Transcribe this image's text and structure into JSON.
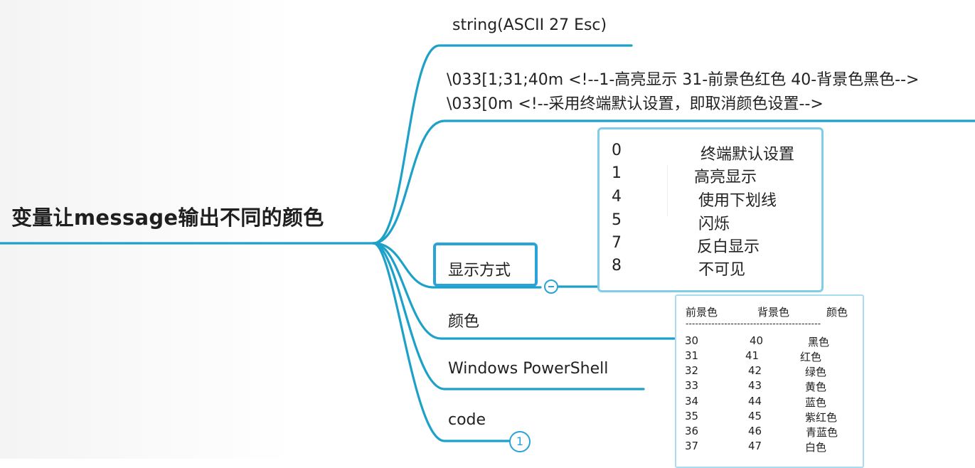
{
  "root": {
    "label": "变量让message输出不同的颜色"
  },
  "branches": {
    "string": "string(ASCII 27 Esc)",
    "code_line1": "\\033[1;31;40m    <!--1-高亮显示 31-前景色红色  40-背景色黑色-->",
    "code_line2": "\\033[0m          <!--采用终端默认设置，即取消颜色设置-->",
    "display_mode": "显示方式",
    "color": "颜色",
    "powershell": "Windows PowerShell",
    "code": "code",
    "code_badge": "1"
  },
  "display_table": {
    "rows": [
      {
        "code": "0",
        "desc": "终端默认设置"
      },
      {
        "code": "1",
        "desc": "高亮显示"
      },
      {
        "code": "4",
        "desc": "使用下划线"
      },
      {
        "code": "5",
        "desc": "闪烁"
      },
      {
        "code": "7",
        "desc": "反白显示"
      },
      {
        "code": "8",
        "desc": "不可见"
      }
    ]
  },
  "color_table": {
    "headers": [
      "前景色",
      "背景色",
      "颜色"
    ],
    "separator": "------------------------------------------",
    "rows": [
      {
        "fg": "30",
        "bg": "40",
        "name": "黑色"
      },
      {
        "fg": "31",
        "bg": "41",
        "name": "红色"
      },
      {
        "fg": "32",
        "bg": "42",
        "name": "绿色"
      },
      {
        "fg": "33",
        "bg": "43",
        "name": "黄色"
      },
      {
        "fg": "34",
        "bg": "44",
        "name": "蓝色"
      },
      {
        "fg": "35",
        "bg": "45",
        "name": "紫红色"
      },
      {
        "fg": "36",
        "bg": "46",
        "name": "青蓝色"
      },
      {
        "fg": "37",
        "bg": "47",
        "name": "白色"
      }
    ]
  },
  "colors": {
    "branch": "#1ea1c9",
    "accent": "#2aa3d8",
    "box_border": "#7fcde9"
  }
}
